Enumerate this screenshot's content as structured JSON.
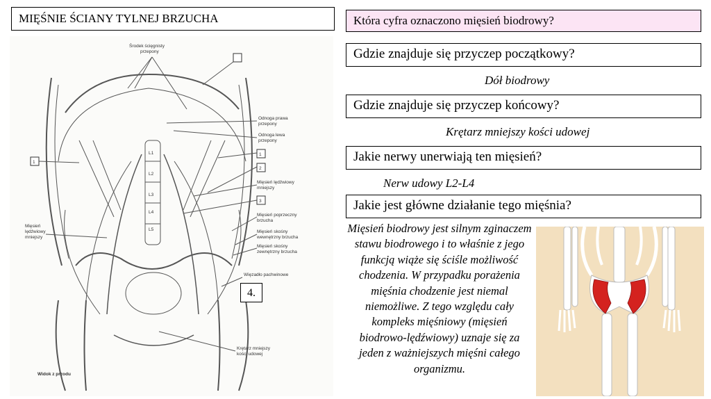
{
  "slide": {
    "title": "MIĘŚNIE ŚCIANY TYLNEJ  BRZUCHA",
    "questions": [
      {
        "q": "Która cyfra oznaczono mięsień biodrowy?"
      },
      {
        "q": "Gdzie znajduje się przyczep początkowy?",
        "a": "Dół biodrowy"
      },
      {
        "q": "Gdzie znajduje się przyczep końcowy?",
        "a": "Krętarz mniejszy kości udowej"
      },
      {
        "q": "Jakie nerwy unerwiają ten mięsień?",
        "a": "Nerw udowy L2-L4"
      },
      {
        "q": "Jakie jest główne działanie tego mięśnia?",
        "a": "Mięsień biodrowy jest silnym zginaczem stawu biodrowego i to właśnie z jego funkcją wiąże się ściśle możliwość chodzenia. W przypadku porażenia mięśnia chodzenie jest niemal niemożliwe. Z tego względu cały kompleks mięśniowy (mięsień biodrowo-lędźwiowy) uznaje się za jeden z ważniejszych mięśni całego organizmu."
      }
    ]
  },
  "anatomy": {
    "answer_box": "4.",
    "labels": {
      "srodek": "Środek ścięgnisty",
      "przepony": "przepony",
      "odnoga_prawa": "Odnoga prawa",
      "odnoga_prawa2": "przepony",
      "odnoga_lewa": "Odnoga lewa",
      "odnoga_lewa2": "przepony",
      "ledzwiowy_w": "Mięsień lędźwiowy",
      "ledzwiowy_w2": "mniejszy",
      "poprzeczny": "Mięsień poprzeczny",
      "poprzeczny2": "brzucha",
      "skosny_wew": "Mięsień skośny",
      "skosny_wew2": "wewnętrzny brzucha",
      "skosny_zew": "Mięsień skośny",
      "skosny_zew2": "zewnętrzny brzucha",
      "wiezadlo": "Więzadło pachwinowe",
      "ledzwiowy_l": "Mięsień",
      "ledzwiowy_l2": "lędźwiowy",
      "ledzwiowy_l3": "mniejszy",
      "kretarz": "Krętarz mniejszy",
      "kretarz2": "kości udowej",
      "widok": "Widok z przodu",
      "num1a": "1",
      "num1b": "1",
      "num2": "2",
      "num3": "3",
      "v1": "L1",
      "v2": "L2",
      "v3": "L3",
      "v4": "L4",
      "v5": "L5"
    }
  }
}
